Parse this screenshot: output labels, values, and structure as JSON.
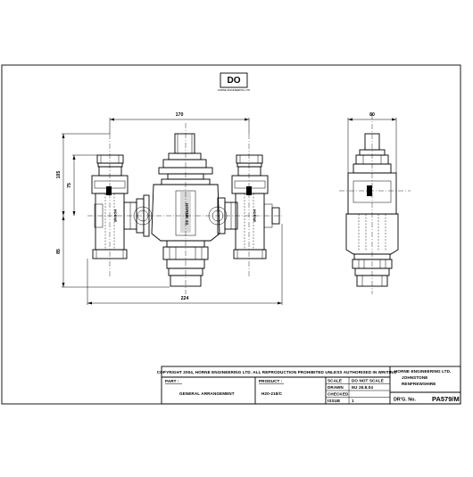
{
  "logo": {
    "text": "DO",
    "caption": "HORNE ENGINEERING LTD"
  },
  "dimensions": {
    "overall_width_top": "170",
    "overall_width_bottom": "224",
    "height_upper": "105",
    "height_inner": "75",
    "height_lower": "85",
    "side_width": "80"
  },
  "body_marking": "HORNE 20",
  "title_block": {
    "copyright": "COPYRIGHT 2004, HORNE ENGINEERING LTD. ALL REPRODUCTION PROHIBITED UNLESS AUTHORISED IN WRITING",
    "part_label": "PART :",
    "part_value": "GENERAL ARRANGEMENT",
    "product_label": "PRODUCT :",
    "product_value": "H20-218/C",
    "scale_label": "SCALE",
    "scale_value": "DO NOT SCALE",
    "drawn_label": "DRAWN",
    "drawn_value": "MJ 26.8.04",
    "checked_label": "CHECKED",
    "checked_value": "",
    "issue_label": "ISSUE",
    "issue_value": "1",
    "company_name": "HORNE ENGINEERING LTD.",
    "company_town": "JOHNSTONE",
    "company_county": "RENFREWSHIRE",
    "drg_label": "DR'G. No.",
    "drg_value": "PA579/M"
  }
}
